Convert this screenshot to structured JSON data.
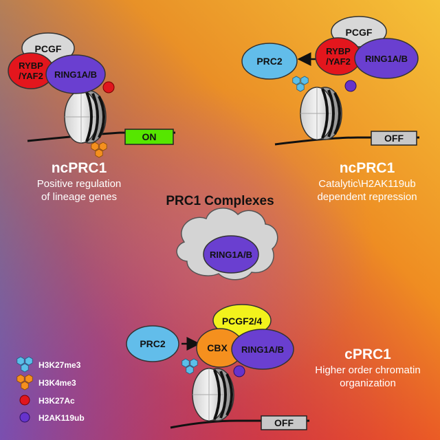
{
  "title": "PRC1 Complexes",
  "panels": {
    "top_left": {
      "heading": "ncPRC1",
      "lines": [
        "Positive regulation",
        "of lineage genes"
      ],
      "proteins": {
        "pcgf": "PCGF",
        "rybp": "RYBP\n/YAF2",
        "ring": "RING1A/B"
      },
      "gene_state": "ON"
    },
    "top_right": {
      "heading": "ncPRC1",
      "lines": [
        "Catalytic\\H2AK119ub",
        "dependent repression"
      ],
      "proteins": {
        "pcgf": "PCGF",
        "rybp": "RYBP\n/YAF2",
        "ring": "RING1A/B",
        "prc2": "PRC2"
      },
      "gene_state": "OFF"
    },
    "center": {
      "ring": "RING1A/B"
    },
    "bottom": {
      "heading": "cPRC1",
      "lines": [
        "Higher order chromatin",
        "organization"
      ],
      "proteins": {
        "pcgf": "PCGF2/4",
        "cbx": "CBX",
        "ring": "RING1A/B",
        "prc2": "PRC2"
      },
      "gene_state": "OFF"
    }
  },
  "legend": [
    {
      "label": "H3K27me3",
      "symbol": "hexagon-cluster",
      "color": "#5bbfe9"
    },
    {
      "label": "H3K4me3",
      "symbol": "hexagon-cluster",
      "color": "#f5901e"
    },
    {
      "label": "H3K27Ac",
      "symbol": "circle",
      "color": "#e0161d"
    },
    {
      "label": "H2AK119ub",
      "symbol": "circle",
      "color": "#6633cc"
    }
  ],
  "colors": {
    "pcgf": "#d8d8d8",
    "rybp": "#e3161d",
    "ring": "#6a3fd0",
    "prc2": "#62bdea",
    "pcgf24": "#f2f21c",
    "cbx": "#f5901e",
    "on_box": "#56e600",
    "off_box": "#c8c8c8"
  }
}
